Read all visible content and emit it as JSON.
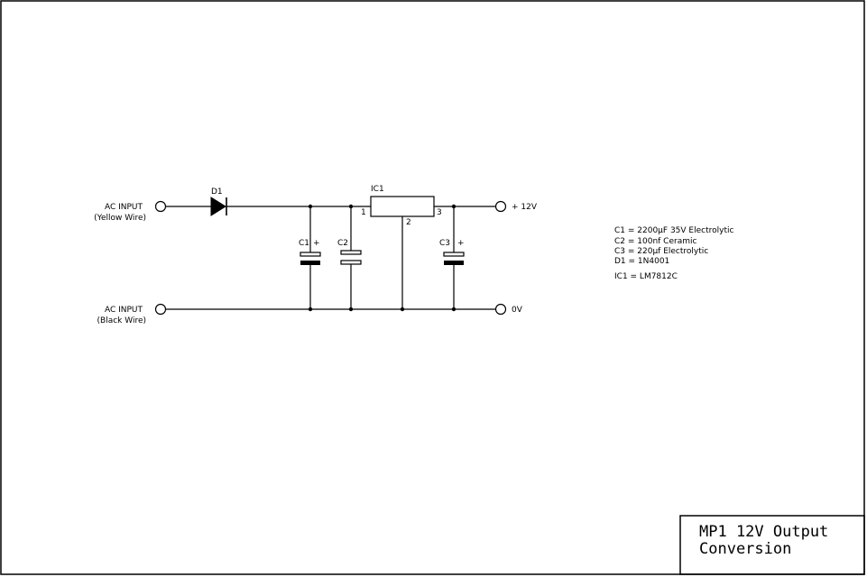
{
  "terminals": {
    "in_top_line1": "AC INPUT",
    "in_top_line2": "(Yellow Wire)",
    "in_bot_line1": "AC INPUT",
    "in_bot_line2": "(Black Wire)",
    "out_top": "+ 12V",
    "out_bot": "0V"
  },
  "components": {
    "d1": "D1",
    "ic1": "IC1",
    "ic1_pin1": "1",
    "ic1_pin2": "2",
    "ic1_pin3": "3",
    "c1": "C1",
    "c2": "C2",
    "c3": "C3",
    "c1_plus": "+",
    "c3_plus": "+"
  },
  "parts_list": [
    "C1 = 2200µF 35V Electrolytic",
    "C2 = 100nf Ceramic",
    "C3 = 220µf Electrolytic",
    "D1 = 1N4001",
    "IC1 = LM7812C"
  ],
  "title_block": {
    "line1": "MP1 12V Output",
    "line2": "Conversion"
  }
}
